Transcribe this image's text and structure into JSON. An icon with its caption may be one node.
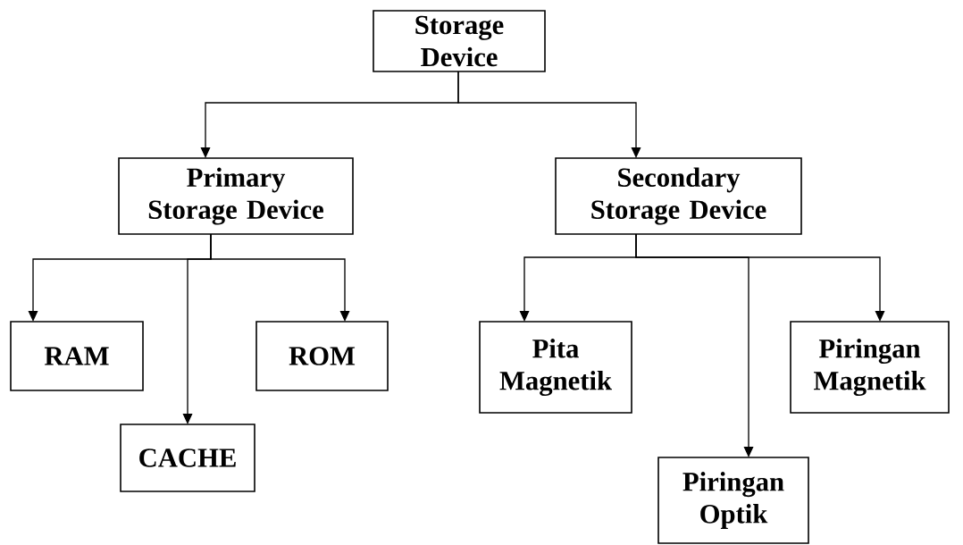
{
  "diagram": {
    "nodes": [
      {
        "text": [
          "Storage Device"
        ]
      },
      {
        "text": [
          "Primary Storage Device"
        ]
      },
      {
        "text": [
          "Secondary Storage Device"
        ]
      },
      {
        "text": [
          "RAM"
        ]
      },
      {
        "text": [
          "ROM"
        ]
      },
      {
        "text": [
          "Pita Magnetik"
        ]
      },
      {
        "text": [
          "Piringan Magnetik"
        ]
      },
      {
        "text": [
          "CACHE"
        ]
      },
      {
        "text": [
          "Piringan Optik"
        ]
      }
    ],
    "edges": [
      {
        "from": 0,
        "to": 1,
        "arrow": "to"
      },
      {
        "from": 0,
        "to": 2,
        "arrow": "to"
      },
      {
        "from": 1,
        "to": 3,
        "arrow": "to"
      },
      {
        "from": 1,
        "to": 4,
        "arrow": "to"
      },
      {
        "from": 1,
        "to": 7,
        "arrow": "to"
      },
      {
        "from": 2,
        "to": 5,
        "arrow": "to"
      },
      {
        "from": 2,
        "to": 6,
        "arrow": "to"
      },
      {
        "from": 2,
        "to": 8,
        "arrow": "to"
      }
    ]
  }
}
